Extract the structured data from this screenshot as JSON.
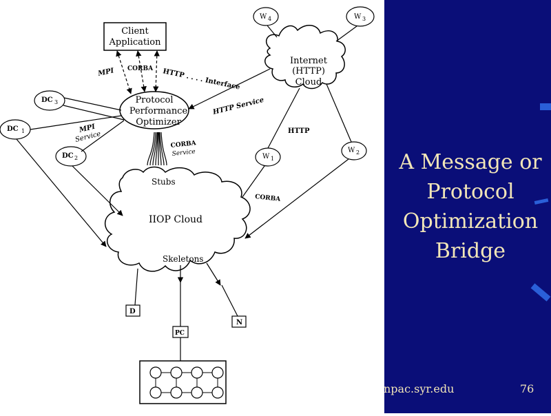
{
  "diagram": {
    "nodes": {
      "client_app_line1": "Client",
      "client_app_line2": "Application",
      "optimizer_line1": "Protocol",
      "optimizer_line2": "Performance",
      "optimizer_line3": "Optimizer",
      "internet_line1": "Internet",
      "internet_line2": "(HTTP)",
      "internet_line3": "Cloud",
      "iiop_cloud": "IIOP Cloud",
      "stubs": "Stubs",
      "skeletons": "Skeletons",
      "w4": "W",
      "w4_sub": "4",
      "w3": "W",
      "w3_sub": "3",
      "w1": "W",
      "w1_sub": "1",
      "w2": "W",
      "w2_sub": "2",
      "dc3": "DC",
      "dc3_sub": "3",
      "dc1": "DC",
      "dc1_sub": "1",
      "dc2": "DC",
      "dc2_sub": "2",
      "d": "D",
      "n": "N",
      "pc": "PC"
    },
    "labels": {
      "mpi_top": "MPI",
      "corba_top": "CORBA",
      "http_interface": "HTTP . . . . Interface",
      "http_service": "HTTP Service",
      "http": "HTTP",
      "mpi_service_line1": "MPI",
      "mpi_service_line2": "Service",
      "corba_service_line1": "CORBA",
      "corba_service_line2": "Service",
      "corba_right": "CORBA"
    }
  },
  "slide": {
    "title_lines": [
      "A Message or",
      "Protocol",
      "Optimization",
      "Bridge"
    ],
    "footer_url": "npac.syr.edu",
    "page_number": "76"
  },
  "colors": {
    "panel_background": "#0a0e78",
    "title_text": "#f2e6b8",
    "accent_dash": "#2a5fd8"
  }
}
